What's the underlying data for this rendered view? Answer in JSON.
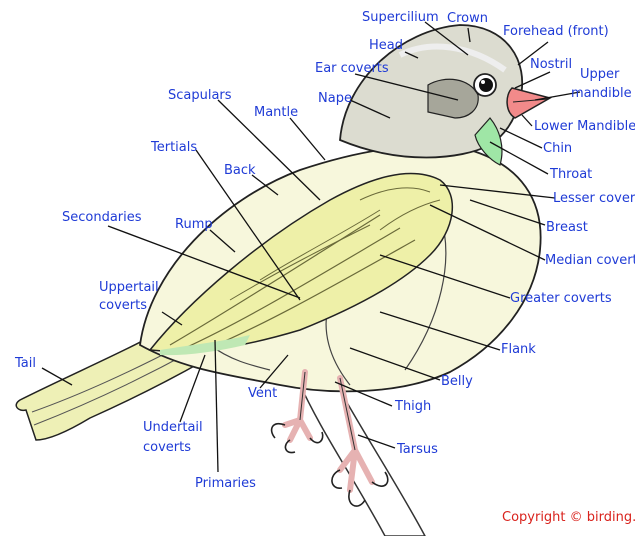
{
  "colors": {
    "label": "#1f3bd6",
    "copyright": "#d9231d",
    "body_fill": "#f7f7dc",
    "wing_fill": "#eef0a8",
    "head_fill": "#dcdcd0",
    "cheek_fill": "#a6a69a",
    "throat_fill": "#9fe6a6",
    "beak_fill": "#f28a8a",
    "leg_fill": "#f3c7c7",
    "outline": "#222222"
  },
  "labels": {
    "supercilium": "Supercilium",
    "crown": "Crown",
    "head": "Head",
    "forehead": "Forehead (front)",
    "ear_coverts": "Ear coverts",
    "nostril": "Nostril",
    "upper_mandible_1": "Upper",
    "upper_mandible_2": "mandible",
    "nape": "Nape",
    "scapulars": "Scapulars",
    "mantle": "Mantle",
    "lower_mandible": "Lower Mandible",
    "chin": "Chin",
    "tertials": "Tertials",
    "back": "Back",
    "throat": "Throat",
    "lesser_coverts": "Lesser coverts",
    "secondaries": "Secondaries",
    "rump": "Rump",
    "breast": "Breast",
    "median_coverts": "Median coverts",
    "uppertail_coverts_1": "Uppertail",
    "uppertail_coverts_2": "coverts",
    "greater_coverts": "Greater coverts",
    "flank": "Flank",
    "tail": "Tail",
    "belly": "Belly",
    "vent": "Vent",
    "thigh": "Thigh",
    "undertail_coverts_1": "Undertail",
    "undertail_coverts_2": "coverts",
    "tarsus": "Tarsus",
    "primaries": "Primaries"
  },
  "copyright": "Copyright © birding.in"
}
